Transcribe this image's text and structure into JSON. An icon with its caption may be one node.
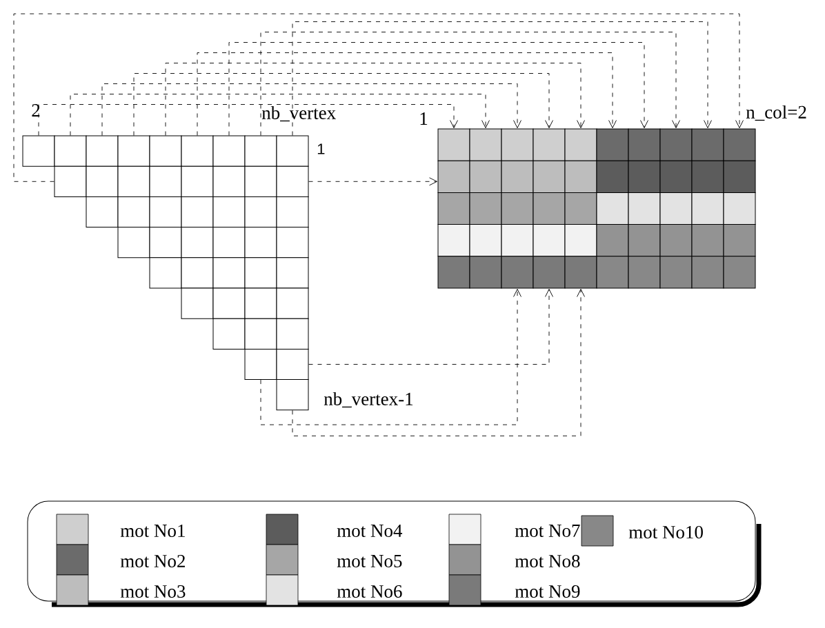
{
  "diagram": {
    "nodes": [
      {
        "text": [],
        "shape": "box"
      },
      {
        "text": [],
        "shape": "box"
      },
      {
        "text": [],
        "shape": "box"
      },
      {
        "text": [],
        "shape": "box"
      },
      {
        "text": [],
        "shape": "box"
      },
      {
        "text": [],
        "shape": "box"
      },
      {
        "text": [],
        "shape": "box"
      },
      {
        "text": [],
        "shape": "box"
      },
      {
        "text": [],
        "shape": "box"
      },
      {
        "text": [],
        "shape": "box"
      },
      {
        "text": [],
        "shape": "box"
      },
      {
        "text": [],
        "shape": "box"
      },
      {
        "text": [],
        "shape": "box"
      },
      {
        "text": [],
        "shape": "box"
      },
      {
        "text": [],
        "shape": "box"
      },
      {
        "text": [],
        "shape": "box"
      },
      {
        "text": [],
        "shape": "box"
      },
      {
        "text": [],
        "shape": "box"
      },
      {
        "text": [],
        "shape": "box"
      },
      {
        "text": [],
        "shape": "box"
      },
      {
        "text": [],
        "shape": "box"
      },
      {
        "text": [],
        "shape": "box"
      },
      {
        "text": [],
        "shape": "box"
      },
      {
        "text": [],
        "shape": "box"
      },
      {
        "text": [],
        "shape": "box"
      },
      {
        "text": [],
        "shape": "box"
      },
      {
        "text": [],
        "shape": "box"
      },
      {
        "text": [],
        "shape": "box"
      },
      {
        "text": [],
        "shape": "box"
      },
      {
        "text": [],
        "shape": "box"
      },
      {
        "text": [],
        "shape": "box"
      },
      {
        "text": [],
        "shape": "box"
      },
      {
        "text": [],
        "shape": "box"
      },
      {
        "text": [],
        "shape": "box"
      },
      {
        "text": [],
        "shape": "box"
      },
      {
        "text": [],
        "shape": "box"
      },
      {
        "text": [],
        "shape": "box"
      },
      {
        "text": [],
        "shape": "box"
      },
      {
        "text": [],
        "shape": "box"
      },
      {
        "text": [],
        "shape": "box"
      },
      {
        "text": [],
        "shape": "box"
      },
      {
        "text": [],
        "shape": "box"
      },
      {
        "text": [],
        "shape": "box"
      },
      {
        "text": [],
        "shape": "box"
      },
      {
        "text": [],
        "shape": "box"
      },
      {
        "text": [],
        "shape": "box"
      },
      {
        "text": [],
        "shape": "box"
      },
      {
        "text": [],
        "shape": "box"
      },
      {
        "text": [],
        "shape": "box"
      },
      {
        "text": [],
        "shape": "box"
      },
      {
        "text": [],
        "shape": "box"
      },
      {
        "text": [],
        "shape": "box"
      },
      {
        "text": [],
        "shape": "box"
      },
      {
        "text": [],
        "shape": "box"
      },
      {
        "text": [],
        "shape": "box"
      },
      {
        "text": [],
        "shape": "box"
      },
      {
        "text": [],
        "shape": "box"
      },
      {
        "text": [],
        "shape": "box"
      },
      {
        "text": [],
        "shape": "box"
      },
      {
        "text": [],
        "shape": "box"
      },
      {
        "text": [],
        "shape": "box"
      },
      {
        "text": [],
        "shape": "box"
      },
      {
        "text": [],
        "shape": "box"
      },
      {
        "text": [],
        "shape": "box"
      },
      {
        "text": [],
        "shape": "box"
      },
      {
        "text": [],
        "shape": "box"
      },
      {
        "text": [],
        "shape": "box"
      },
      {
        "text": [],
        "shape": "box"
      },
      {
        "text": [],
        "shape": "box"
      },
      {
        "text": [],
        "shape": "box"
      },
      {
        "text": [],
        "shape": "box"
      },
      {
        "text": [],
        "shape": "box"
      },
      {
        "text": [],
        "shape": "box"
      },
      {
        "text": [],
        "shape": "box"
      },
      {
        "text": [],
        "shape": "box"
      },
      {
        "text": [],
        "shape": "box"
      },
      {
        "text": [],
        "shape": "box"
      },
      {
        "text": [],
        "shape": "box"
      },
      {
        "text": [],
        "shape": "box"
      },
      {
        "text": [],
        "shape": "box"
      },
      {
        "text": [],
        "shape": "box"
      },
      {
        "text": [],
        "shape": "box"
      },
      {
        "text": [],
        "shape": "box"
      },
      {
        "text": [],
        "shape": "box"
      },
      {
        "text": [],
        "shape": "box"
      },
      {
        "text": [],
        "shape": "box"
      },
      {
        "text": [],
        "shape": "box"
      },
      {
        "text": [],
        "shape": "box"
      },
      {
        "text": [],
        "shape": "box"
      },
      {
        "text": [],
        "shape": "box"
      },
      {
        "text": [],
        "shape": "box"
      },
      {
        "text": [],
        "shape": "box"
      },
      {
        "text": [],
        "shape": "box"
      },
      {
        "text": [],
        "shape": "box"
      },
      {
        "text": [],
        "shape": "box"
      }
    ],
    "edges": [
      {
        "from": 0,
        "to": 45,
        "arrow": "to",
        "style": "dashed"
      },
      {
        "from": 1,
        "to": 46,
        "arrow": "to",
        "style": "dashed"
      },
      {
        "from": 2,
        "to": 47,
        "arrow": "to",
        "style": "dashed"
      },
      {
        "from": 3,
        "to": 48,
        "arrow": "to",
        "style": "dashed"
      },
      {
        "from": 4,
        "to": 49,
        "arrow": "to",
        "style": "dashed"
      },
      {
        "from": 5,
        "to": 50,
        "arrow": "to",
        "style": "dashed"
      },
      {
        "from": 6,
        "to": 51,
        "arrow": "to",
        "style": "dashed"
      },
      {
        "from": 7,
        "to": 52,
        "arrow": "to",
        "style": "dashed"
      },
      {
        "from": 8,
        "to": 53,
        "arrow": "to",
        "style": "dashed"
      },
      {
        "from": 9,
        "to": 54,
        "arrow": "to",
        "style": "dashed"
      },
      {
        "from": 16,
        "to": 55,
        "arrow": "to",
        "style": "dashed"
      },
      {
        "from": 43,
        "to": 88,
        "arrow": "to",
        "style": "dashed"
      },
      {
        "from": 42,
        "to": 87,
        "arrow": "to",
        "style": "dashed"
      },
      {
        "from": 44,
        "to": 89,
        "arrow": "to",
        "style": "dashed"
      }
    ],
    "labels": [
      "2",
      "nb_vertex",
      "1",
      "n_col=2",
      "1",
      "nb_vertex-1"
    ],
    "legend": [
      {
        "text": "mot No1",
        "color": "#cfcfcf"
      },
      {
        "text": "mot No2",
        "color": "#6b6b6b"
      },
      {
        "text": "mot No3",
        "color": "#bdbdbd"
      },
      {
        "text": "mot No4",
        "color": "#5c5c5c"
      },
      {
        "text": "mot No5",
        "color": "#a6a6a6"
      },
      {
        "text": "mot No6",
        "color": "#e3e3e3"
      },
      {
        "text": "mot No7",
        "color": "#f2f2f2"
      },
      {
        "text": "mot No8",
        "color": "#939393"
      },
      {
        "text": "mot No9",
        "color": "#7a7a7a"
      },
      {
        "text": "mot No10",
        "color": "#888888"
      }
    ]
  }
}
